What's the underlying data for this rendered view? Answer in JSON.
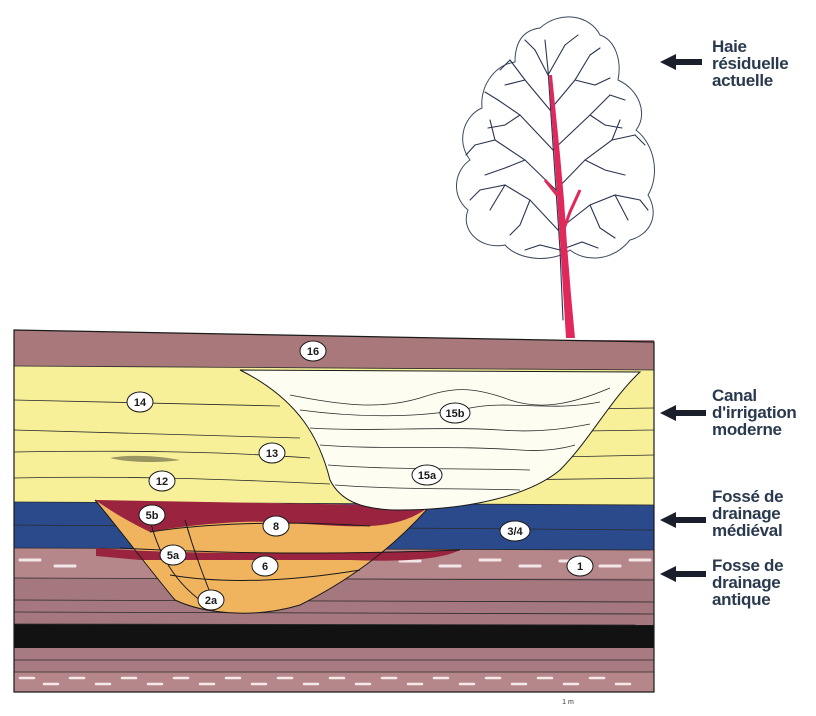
{
  "labels": {
    "hedge": [
      "Haie",
      "résiduelle",
      "actuelle"
    ],
    "canal": [
      "Canal",
      "d'irrigation",
      "moderne"
    ],
    "medieval": [
      "Fossé de",
      "drainage",
      "médiéval"
    ],
    "antique": [
      "Fosse de",
      "drainage",
      "antique"
    ]
  },
  "layer_numbers": [
    "16",
    "14",
    "15b",
    "13",
    "15a",
    "12",
    "5b",
    "8",
    "3/4",
    "5a",
    "6",
    "1",
    "2a"
  ],
  "scale": "1 m",
  "colors": {
    "topsoil": "#a8787a",
    "yellow_fill": "#f7f099",
    "white_fill": "#fefdf2",
    "blue_layer": "#2b4a8c",
    "crimson": "#9a2440",
    "orange_fill": "#f1b45e",
    "lower_brown": "#a77b81",
    "black_band": "#121212",
    "tree_trunk": "#e0285a",
    "text_navy": "#2a3a4e"
  }
}
